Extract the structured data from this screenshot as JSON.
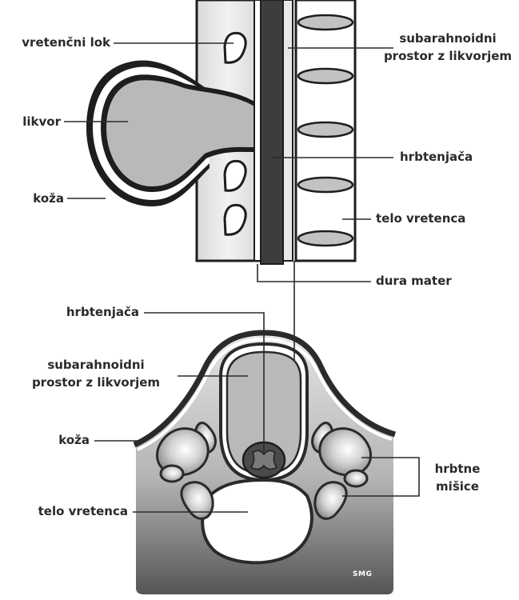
{
  "labels": {
    "top": {
      "vretencni_lok": "vretenčni lok",
      "likvor": "likvor",
      "koza": "koža",
      "subarahnoidni_1": "subarahnoidni",
      "subarahnoidni_2": "prostor z likvorjem",
      "hrbtenjaca": "hrbtenjača",
      "telo_vretenca": "telo vretenca",
      "dura_mater": "dura mater"
    },
    "bottom": {
      "hrbtenjaca": "hrbtenjača",
      "subarahnoidni_1": "subarahnoidni",
      "subarahnoidni_2": "prostor z likvorjem",
      "koza": "koža",
      "telo_vretenca": "telo vretenca",
      "hrbtne_1": "hrbtne",
      "hrbtne_2": "mišice"
    }
  },
  "signature": "SMG",
  "colors": {
    "outline": "#1e1e1e",
    "fluid": "#b9b9b9",
    "cord": "#3d3d3d",
    "dark_gray": "#4a4a4a",
    "light_gray": "#d6d6d6",
    "label_text": "#2a2a2a"
  }
}
